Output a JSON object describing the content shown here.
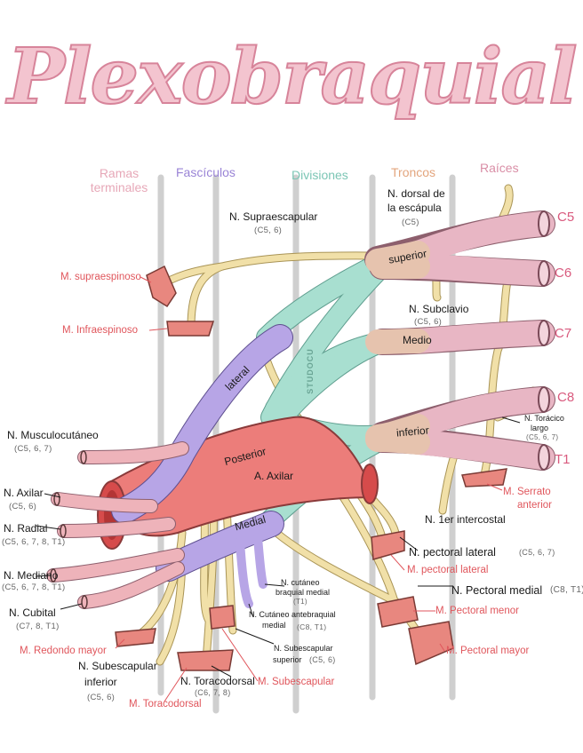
{
  "title": "Plexobraquial",
  "headers": {
    "ramas": "Ramas terminales",
    "fasciculos": "Fascículos",
    "divisiones": "Divisiones",
    "troncos": "Troncos",
    "raices": "Raíces"
  },
  "roots": [
    "C5",
    "C6",
    "C7",
    "C8",
    "T1"
  ],
  "trunks": {
    "superior": "superior",
    "medio": "Medio",
    "inferior": "inferior"
  },
  "cords": {
    "lateral": "lateral",
    "posterior": "Posterior",
    "medial": "Medial"
  },
  "artery": "A. Axilar",
  "watermark": "STUDOCU",
  "nerves": {
    "supraescapular": {
      "name": "N. Supraescapular",
      "code": "(C5, 6)"
    },
    "dorsal_escapula": {
      "name1": "N. dorsal de",
      "name2": "la escápula",
      "code": "(C5)"
    },
    "subclavio": {
      "name": "N. Subclavio",
      "code": "(C5, 6)"
    },
    "toracico_largo": {
      "name1": "N. Torácico",
      "name2": "largo",
      "code": "(C5, 6, 7)"
    },
    "musculocutaneo": {
      "name": "N. Musculocutáneo",
      "code": "(C5, 6, 7)"
    },
    "axilar": {
      "name": "N. Axilar",
      "code": "(C5, 6)"
    },
    "radial": {
      "name": "N. Radial",
      "code": "(C5, 6, 7, 8, T1)"
    },
    "mediano": {
      "name": "N. Mediano",
      "code": "(C5, 6, 7, 8, T1)"
    },
    "cubital": {
      "name": "N. Cubital",
      "code": "(C7, 8, T1)"
    },
    "subescapular_inferior": {
      "name1": "N. Subescapular",
      "name2": "inferior",
      "code": "(C5, 6)"
    },
    "toracodorsal": {
      "name": "N. Toracodorsal",
      "code": "(C6, 7, 8)"
    },
    "cutaneo_braquial": {
      "name1": "N. cutáneo",
      "name2": "braquial medial",
      "code": "(T1)"
    },
    "cutaneo_antebraquial": {
      "name1": "N. Cutáneo antebraquial",
      "name2": "medial",
      "code": "(C8, T1)"
    },
    "subescapular_superior": {
      "name1": "N. Subescapular",
      "name2": "superior",
      "code": "(C5, 6)"
    },
    "ter_intercostal": {
      "name": "N. 1er intercostal"
    },
    "pectoral_lateral": {
      "name": "N. pectoral lateral",
      "code": "(C5, 6, 7)"
    },
    "pectoral_medial": {
      "name": "N. Pectoral medial",
      "code": "(C8, T1)"
    }
  },
  "muscles": {
    "supraespinoso": "M. supraespinoso",
    "infraespinoso": "M. Infraespinoso",
    "redondo_mayor": "M. Redondo mayor",
    "toracodorsal": "M. Toracodorsal",
    "subescapular": "M. Subescapular",
    "serrato": {
      "line1": "M. Serrato",
      "line2": "anterior"
    },
    "pectoral_lateral": "M. pectoral lateral",
    "pectoral_menor": "M. Pectoral menor",
    "pectoral_mayor": "M. Pectoral mayor"
  },
  "colors": {
    "title": "#e9a3b4",
    "root_nerve": "#e8b6c4",
    "trunk": "#e6c3ae",
    "division": "#a8dfd0",
    "cord": "#b7a5e6",
    "terminal": "#eeb3ba",
    "nerve_branch": "#f1e0a8",
    "artery": "#ec7d7a",
    "muscle": "#e8877f",
    "pole": "#cfcfcf",
    "header_ramas": "#e7a8b8",
    "header_fasciculos": "#9a84d6",
    "header_divisiones": "#7cc6b5",
    "header_troncos": "#e3a57d",
    "header_raices": "#d98ea6"
  }
}
